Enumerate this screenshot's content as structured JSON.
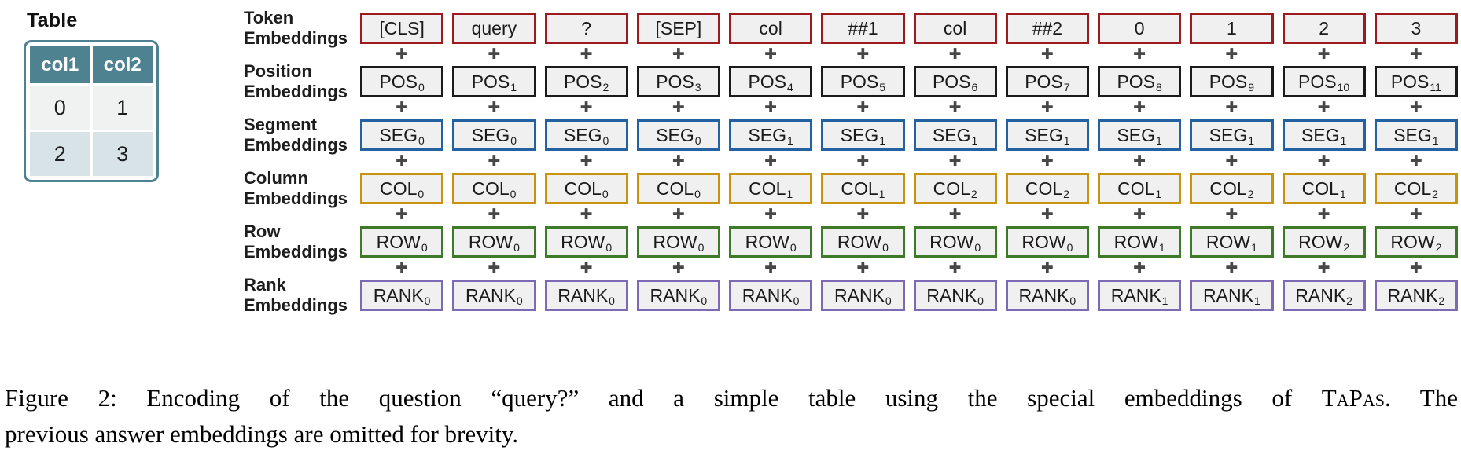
{
  "table": {
    "title": "Table",
    "header_bg": "#4e8291",
    "row_bgs": [
      "#f0f2f2",
      "#d7e3e7"
    ],
    "headers": [
      "col1",
      "col2"
    ],
    "rows": [
      [
        "0",
        "1"
      ],
      [
        "2",
        "3"
      ]
    ]
  },
  "diagram": {
    "plus_symbol": "✚",
    "rows": [
      {
        "name": "token",
        "label": [
          "Token",
          "Embeddings"
        ],
        "border_color": "#9b1b1e",
        "cells": [
          {
            "t": "[CLS]"
          },
          {
            "t": "query"
          },
          {
            "t": "?"
          },
          {
            "t": "[SEP]"
          },
          {
            "t": "col"
          },
          {
            "t": "##1"
          },
          {
            "t": "col"
          },
          {
            "t": "##2"
          },
          {
            "t": "0"
          },
          {
            "t": "1"
          },
          {
            "t": "2"
          },
          {
            "t": "3"
          }
        ]
      },
      {
        "name": "position",
        "label": [
          "Position",
          "Embeddings"
        ],
        "border_color": "#1b1b1b",
        "cells": [
          {
            "t": "POS",
            "sub": "0"
          },
          {
            "t": "POS",
            "sub": "1"
          },
          {
            "t": "POS",
            "sub": "2"
          },
          {
            "t": "POS",
            "sub": "3"
          },
          {
            "t": "POS",
            "sub": "4"
          },
          {
            "t": "POS",
            "sub": "5"
          },
          {
            "t": "POS",
            "sub": "6"
          },
          {
            "t": "POS",
            "sub": "7"
          },
          {
            "t": "POS",
            "sub": "8"
          },
          {
            "t": "POS",
            "sub": "9"
          },
          {
            "t": "POS",
            "sub": "10"
          },
          {
            "t": "POS",
            "sub": "11"
          }
        ]
      },
      {
        "name": "segment",
        "label": [
          "Segment",
          "Embeddings"
        ],
        "border_color": "#2361a0",
        "cells": [
          {
            "t": "SEG",
            "sub": "0"
          },
          {
            "t": "SEG",
            "sub": "0"
          },
          {
            "t": "SEG",
            "sub": "0"
          },
          {
            "t": "SEG",
            "sub": "0"
          },
          {
            "t": "SEG",
            "sub": "1"
          },
          {
            "t": "SEG",
            "sub": "1"
          },
          {
            "t": "SEG",
            "sub": "1"
          },
          {
            "t": "SEG",
            "sub": "1"
          },
          {
            "t": "SEG",
            "sub": "1"
          },
          {
            "t": "SEG",
            "sub": "1"
          },
          {
            "t": "SEG",
            "sub": "1"
          },
          {
            "t": "SEG",
            "sub": "1"
          }
        ]
      },
      {
        "name": "column",
        "label": [
          "Column",
          "Embeddings"
        ],
        "border_color": "#c89410",
        "cells": [
          {
            "t": "COL",
            "sub": "0"
          },
          {
            "t": "COL",
            "sub": "0"
          },
          {
            "t": "COL",
            "sub": "0"
          },
          {
            "t": "COL",
            "sub": "0"
          },
          {
            "t": "COL",
            "sub": "1"
          },
          {
            "t": "COL",
            "sub": "1"
          },
          {
            "t": "COL",
            "sub": "2"
          },
          {
            "t": "COL",
            "sub": "2"
          },
          {
            "t": "COL",
            "sub": "1"
          },
          {
            "t": "COL",
            "sub": "2"
          },
          {
            "t": "COL",
            "sub": "1"
          },
          {
            "t": "COL",
            "sub": "2"
          }
        ]
      },
      {
        "name": "row",
        "label": [
          "Row",
          "Embeddings"
        ],
        "border_color": "#3e7a28",
        "cells": [
          {
            "t": "ROW",
            "sub": "0"
          },
          {
            "t": "ROW",
            "sub": "0"
          },
          {
            "t": "ROW",
            "sub": "0"
          },
          {
            "t": "ROW",
            "sub": "0"
          },
          {
            "t": "ROW",
            "sub": "0"
          },
          {
            "t": "ROW",
            "sub": "0"
          },
          {
            "t": "ROW",
            "sub": "0"
          },
          {
            "t": "ROW",
            "sub": "0"
          },
          {
            "t": "ROW",
            "sub": "1"
          },
          {
            "t": "ROW",
            "sub": "1"
          },
          {
            "t": "ROW",
            "sub": "2"
          },
          {
            "t": "ROW",
            "sub": "2"
          }
        ]
      },
      {
        "name": "rank",
        "label": [
          "Rank",
          "Embeddings"
        ],
        "border_color": "#7c6ab5",
        "cells": [
          {
            "t": "RANK",
            "sub": "0"
          },
          {
            "t": "RANK",
            "sub": "0"
          },
          {
            "t": "RANK",
            "sub": "0"
          },
          {
            "t": "RANK",
            "sub": "0"
          },
          {
            "t": "RANK",
            "sub": "0"
          },
          {
            "t": "RANK",
            "sub": "0"
          },
          {
            "t": "RANK",
            "sub": "0"
          },
          {
            "t": "RANK",
            "sub": "0"
          },
          {
            "t": "RANK",
            "sub": "1"
          },
          {
            "t": "RANK",
            "sub": "1"
          },
          {
            "t": "RANK",
            "sub": "2"
          },
          {
            "t": "RANK",
            "sub": "2"
          }
        ]
      }
    ]
  },
  "caption": {
    "line1_pre": "Figure 2: Encoding of the question “query?” and a simple table using the special embeddings of ",
    "line1_brand": "TaPas",
    "line1_post": ". The",
    "line2": "previous answer embeddings are omitted for brevity."
  }
}
